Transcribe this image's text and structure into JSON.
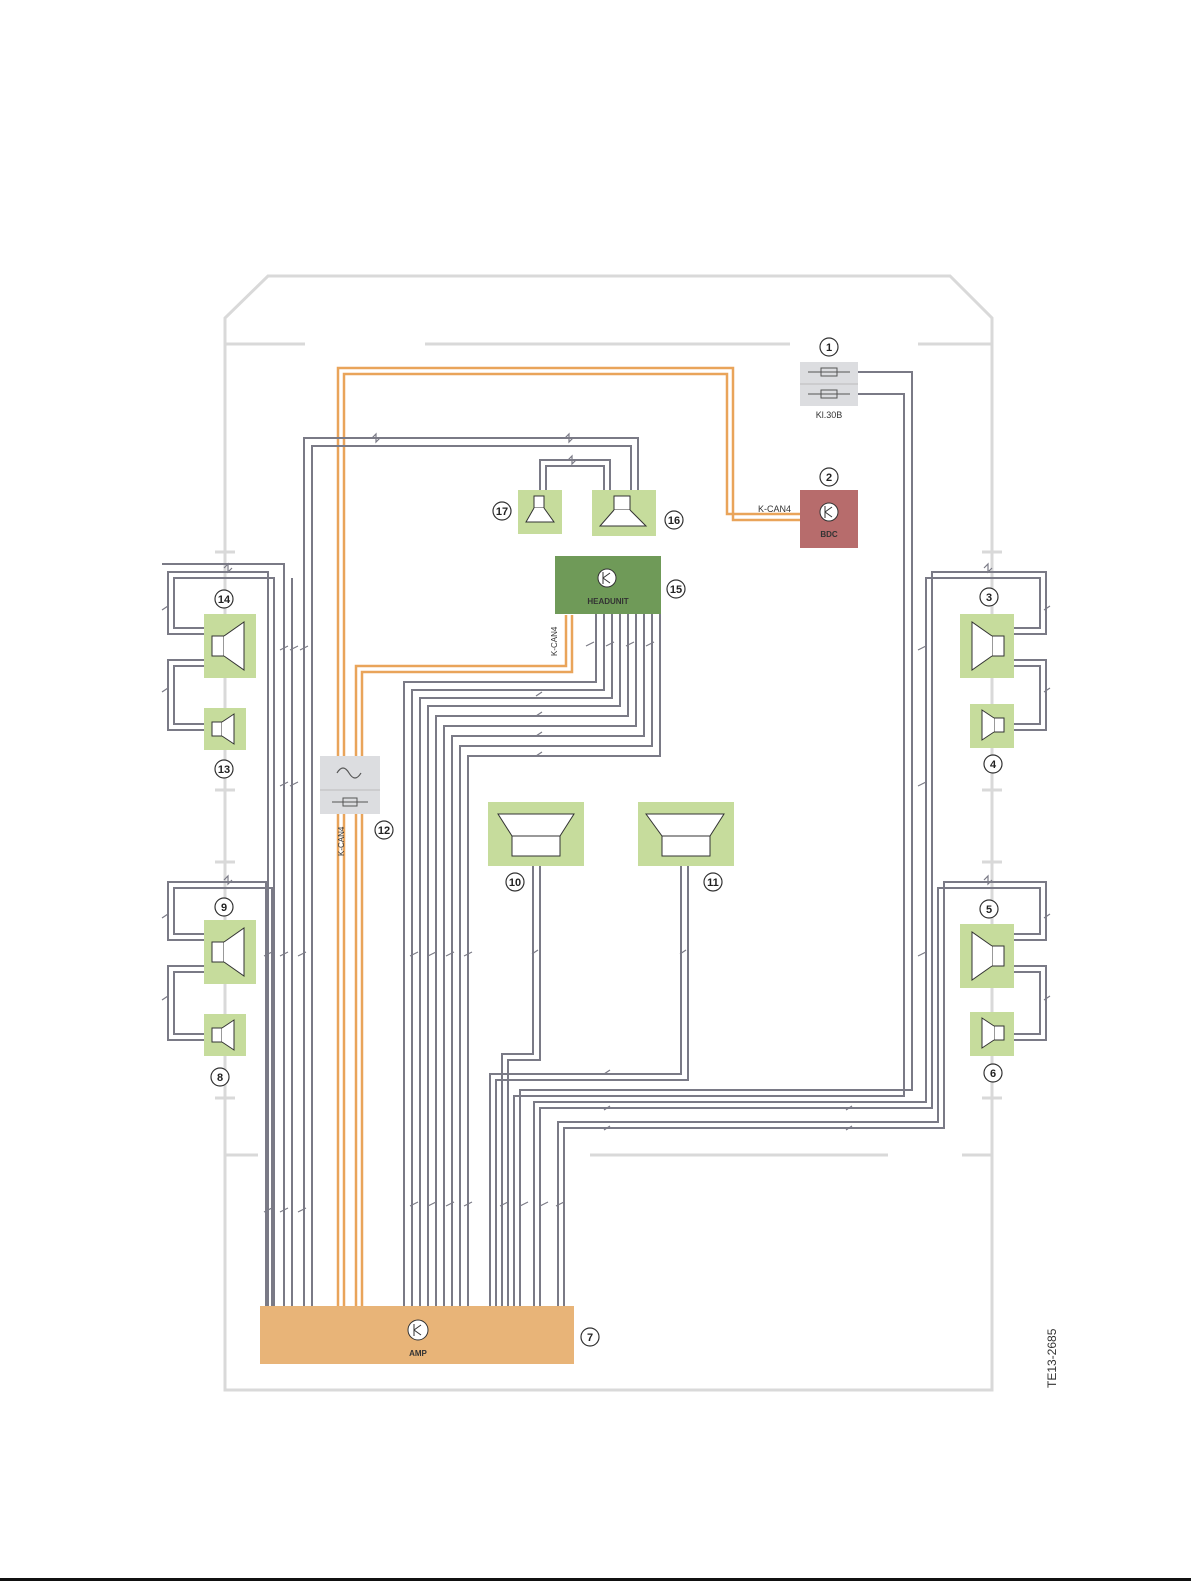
{
  "diagram": {
    "reference": "TE13-2685",
    "colors": {
      "frame": "#d9d9d9",
      "wire": "#7a7a86",
      "can_bus": "#e9a45a",
      "speaker": "#c6dc9c",
      "headunit": "#6f9a58",
      "bdc": "#b76c6c",
      "amp": "#e8b478",
      "fuse": "#dcdde0"
    },
    "components": {
      "c1": {
        "number": "1",
        "label": "Kl.30B",
        "kind": "fuse-block"
      },
      "c2": {
        "number": "2",
        "label": "BDC",
        "kind": "control-unit"
      },
      "c3": {
        "number": "3",
        "kind": "midrange-speaker"
      },
      "c4": {
        "number": "4",
        "kind": "tweeter"
      },
      "c5": {
        "number": "5",
        "kind": "midrange-speaker"
      },
      "c6": {
        "number": "6",
        "kind": "tweeter"
      },
      "c7": {
        "number": "7",
        "label": "AMP",
        "kind": "amplifier"
      },
      "c8": {
        "number": "8",
        "kind": "tweeter"
      },
      "c9": {
        "number": "9",
        "kind": "midrange-speaker"
      },
      "c10": {
        "number": "10",
        "kind": "subwoofer"
      },
      "c11": {
        "number": "11",
        "kind": "subwoofer"
      },
      "c12": {
        "number": "12",
        "kind": "filter-fuse"
      },
      "c13": {
        "number": "13",
        "kind": "tweeter"
      },
      "c14": {
        "number": "14",
        "kind": "midrange-speaker"
      },
      "c15": {
        "number": "15",
        "label": "HEADUNIT",
        "kind": "control-unit"
      },
      "c16": {
        "number": "16",
        "kind": "center-speaker"
      },
      "c17": {
        "number": "17",
        "kind": "center-tweeter"
      }
    },
    "bus_labels": {
      "bdc_can": "K-CAN4",
      "headunit_can": "K-CAN4",
      "filter_can": "K-CAN4"
    }
  }
}
